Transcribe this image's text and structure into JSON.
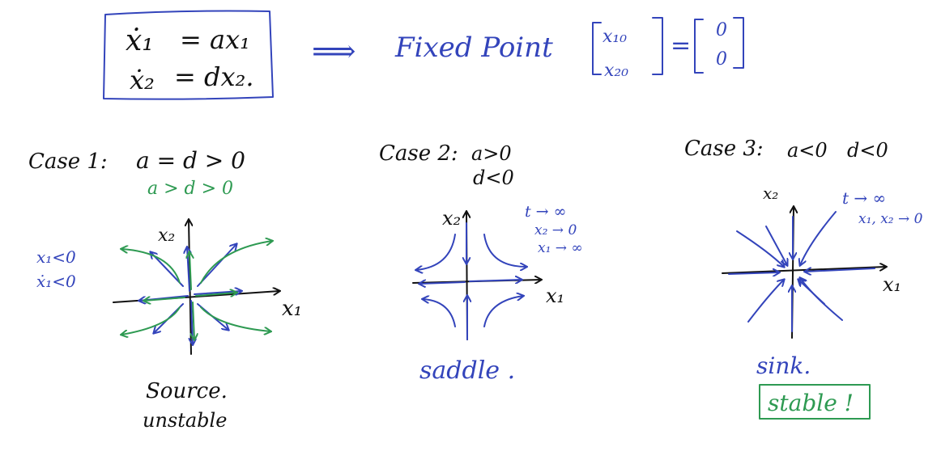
{
  "colors": {
    "ink": "#111111",
    "blue": "#3344bb",
    "green": "#2e9a52"
  },
  "header": {
    "eq1_lhs": "ẋ₁",
    "eq1_rhs": "= ax₁",
    "eq2_lhs": "ẋ₂",
    "eq2_rhs": "= dx₂.",
    "implies": "⟹",
    "fixed_point_label": "Fixed Point",
    "vector_top": "x₁₀",
    "vector_bottom": "x₂₀",
    "equals": "=",
    "zero_top": "0",
    "zero_bottom": "0"
  },
  "case1": {
    "title": "Case 1:",
    "condition": "a = d > 0",
    "condition_alt": "a > d > 0",
    "x1_label": "x₁",
    "x2_label": "x₂",
    "note_line1": "x₁<0",
    "note_line2": "ẋ₁<0",
    "type_label": "Source.",
    "stability_label": "unstable"
  },
  "case2": {
    "title": "Case 2:",
    "condition_a": "a>0",
    "condition_d": "d<0",
    "x1_label": "x₁",
    "x2_label": "x₂",
    "note_t": "t → ∞",
    "note_x2": "x₂ → 0",
    "note_x1": "x₁ → ∞",
    "type_label": "saddle ."
  },
  "case3": {
    "title": "Case 3:",
    "condition_a": "a<0",
    "condition_d": "d<0",
    "x1_label": "x₁",
    "x2_label": "x₂",
    "note_t": "t → ∞",
    "note_x": "x₁, x₂ → 0",
    "type_label": "sink.",
    "stability_label": "stable !"
  }
}
